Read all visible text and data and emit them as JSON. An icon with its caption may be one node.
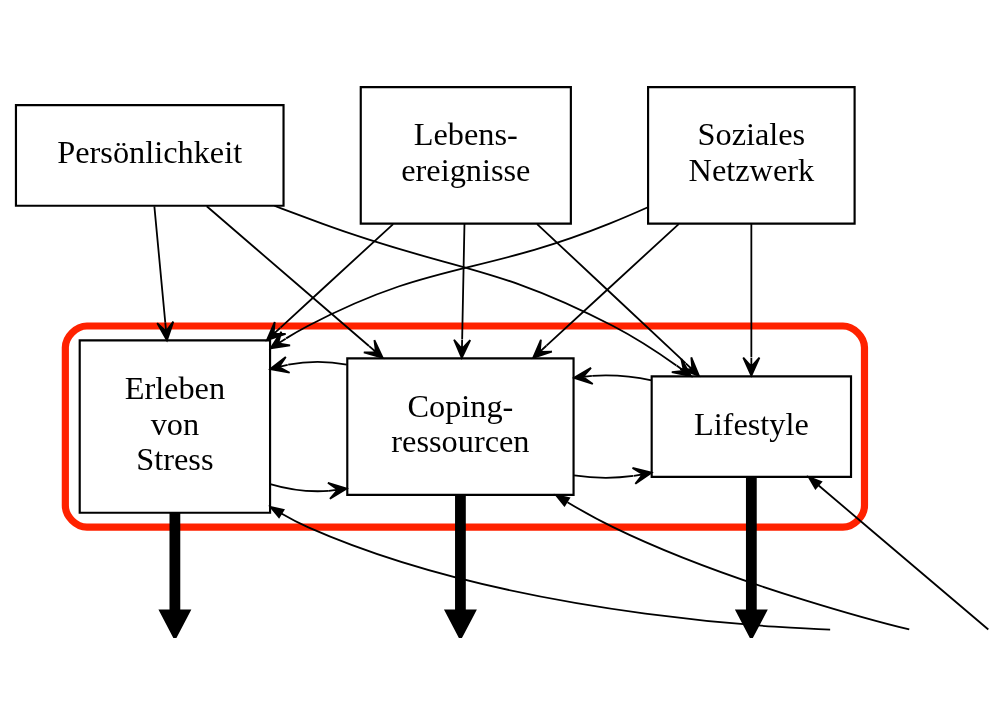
{
  "diagram": {
    "nodes": [
      {
        "text": [
          "Persönlichkeit"
        ]
      },
      {
        "text": [
          "Lebens- ereignisse"
        ]
      },
      {
        "text": [
          "Soziales Netzwerk"
        ]
      },
      {
        "text": [],
        "shape": "ellipse"
      },
      {
        "text": [
          "Erleben von Stress"
        ],
        "in": 3
      },
      {
        "text": [
          "Coping- ressourcen"
        ],
        "in": 3
      },
      {
        "text": [
          "Lifestyle"
        ],
        "in": 3
      }
    ],
    "edges": [
      {
        "from": 0,
        "to": 4,
        "arrow": "to"
      },
      {
        "from": 0,
        "to": 5,
        "arrow": "to"
      },
      {
        "from": 0,
        "to": 6,
        "arrow": "to"
      },
      {
        "from": 1,
        "to": 4,
        "arrow": "to"
      },
      {
        "from": 1,
        "to": 5,
        "arrow": "to"
      },
      {
        "from": 1,
        "to": 6,
        "arrow": "to"
      },
      {
        "from": 2,
        "to": 4,
        "arrow": "to"
      },
      {
        "from": 2,
        "to": 5,
        "arrow": "to"
      },
      {
        "from": 2,
        "to": 6,
        "arrow": "to"
      },
      {
        "from": 4,
        "to": 5,
        "arrow": "to"
      },
      {
        "from": 5,
        "to": 4,
        "arrow": "to"
      },
      {
        "from": 5,
        "to": 6,
        "arrow": "to"
      },
      {
        "from": 6,
        "to": 5,
        "arrow": "to"
      },
      {
        "from": null,
        "to": 4,
        "arrow": "to"
      },
      {
        "from": 4,
        "to": null,
        "arrow": "to",
        "style": "thick"
      },
      {
        "from": null,
        "to": 5,
        "arrow": "to"
      },
      {
        "from": 5,
        "to": null,
        "arrow": "to",
        "style": "thick"
      },
      {
        "from": null,
        "to": 6,
        "arrow": "to"
      },
      {
        "from": 6,
        "to": null,
        "arrow": "to",
        "style": "thick"
      }
    ]
  }
}
